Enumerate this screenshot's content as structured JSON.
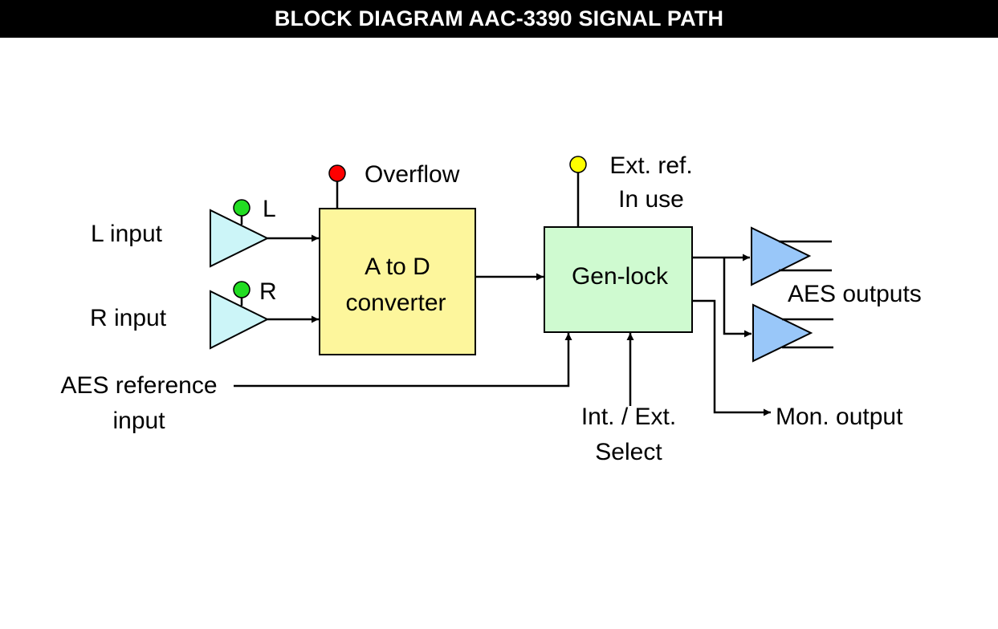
{
  "title": "BLOCK DIAGRAM AAC-3390 SIGNAL PATH",
  "colors": {
    "title_bar_bg": "#000000",
    "title_text": "#ffffff",
    "input_amp_fill": "#ccf5f8",
    "converter_fill": "#fdf69c",
    "genlock_fill": "#cffad0",
    "output_amp_fill": "#99c7f9",
    "led_green": "#22dd22",
    "led_red": "#ff0000",
    "led_yellow": "#ffff00"
  },
  "inputs": {
    "left_label": "L input",
    "right_label": "R input",
    "aes_ref_line1": "AES reference",
    "aes_ref_line2": "input"
  },
  "indicators": {
    "left_led_label": "L",
    "right_led_label": "R",
    "overflow_label": "Overflow",
    "ext_ref_line1": "Ext. ref.",
    "ext_ref_line2": "In use"
  },
  "blocks": {
    "converter_line1": "A to D",
    "converter_line2": "converter",
    "genlock_label": "Gen-lock"
  },
  "controls": {
    "select_line1": "Int. / Ext.",
    "select_line2": "Select"
  },
  "outputs": {
    "aes_outputs_label": "AES outputs",
    "mon_output_label": "Mon. output"
  }
}
